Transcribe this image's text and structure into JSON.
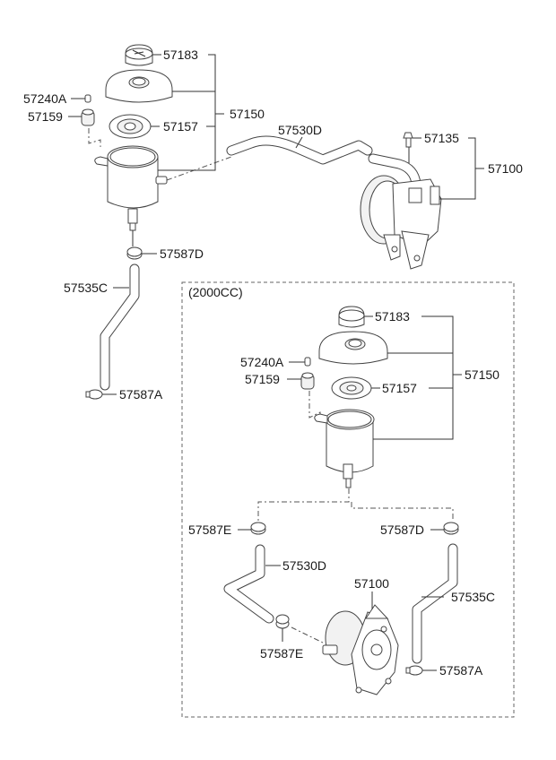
{
  "diagram": {
    "title": "Power Steering Reservoir & Pump Assembly",
    "variant_box_label": "(2000CC)",
    "main_assembly": {
      "reservoir_cap": "57183",
      "reservoir_assembly": "57150",
      "breather_cap": "57240A",
      "grommet": "57159",
      "filter": "57157",
      "suction_hose": "57530D",
      "clamp_upper": "57587D",
      "return_hose": "57535C",
      "clamp_lower": "57587A",
      "pump_fitting": "57135",
      "pump_assembly": "57100"
    },
    "inset_2000cc": {
      "reservoir_cap": "57183",
      "reservoir_assembly": "57150",
      "breather_cap": "57240A",
      "grommet": "57159",
      "filter": "57157",
      "clamp_left": "57587E",
      "clamp_right": "57587D",
      "suction_hose": "57530D",
      "pump_assembly": "57100",
      "return_hose": "57535C",
      "clamp_pump": "57587E",
      "clamp_lower": "57587A"
    }
  }
}
